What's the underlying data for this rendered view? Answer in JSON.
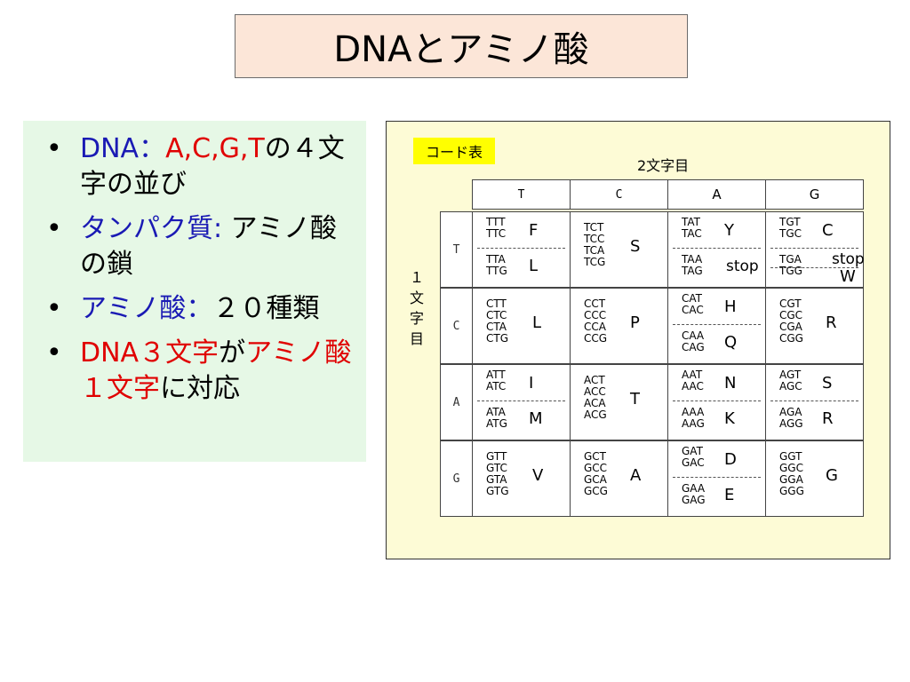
{
  "title": "DNAとアミノ酸",
  "bullets": [
    {
      "parts": [
        {
          "text": "DNA",
          "color": "blue"
        },
        {
          "text": "：",
          "color": "blue"
        },
        {
          "text": "A,C,G,T",
          "color": "red"
        },
        {
          "text": "の４文字の並び",
          "color": "black"
        }
      ]
    },
    {
      "parts": [
        {
          "text": "タンパク質",
          "color": "blue"
        },
        {
          "text": ": ",
          "color": "blue"
        },
        {
          "text": "アミノ酸の鎖",
          "color": "black"
        }
      ]
    },
    {
      "parts": [
        {
          "text": "アミノ酸",
          "color": "blue"
        },
        {
          "text": "：",
          "color": "blue"
        },
        {
          "text": "２０種類",
          "color": "black"
        }
      ]
    },
    {
      "parts": [
        {
          "text": "DNA３文字",
          "color": "red"
        },
        {
          "text": "が",
          "color": "black"
        },
        {
          "text": "アミノ酸１文字",
          "color": "red"
        },
        {
          "text": "に対応",
          "color": "black"
        }
      ]
    }
  ],
  "code_table": {
    "tag": "コード表",
    "second_letter_label": "2文字目",
    "first_letter_label": [
      "１",
      "文",
      "字",
      "目"
    ],
    "col_headers": [
      "T",
      "C",
      "A",
      "G"
    ],
    "row_headers": [
      "T",
      "C",
      "A",
      "G"
    ],
    "cells": {
      "T": {
        "T": {
          "codons": [
            "TTT",
            "TTC",
            "TTA",
            "TTG"
          ],
          "aa": [
            "F",
            "L"
          ]
        },
        "C": {
          "codons": [
            "TCT",
            "TCC",
            "TCA",
            "TCG"
          ],
          "aa": [
            "S"
          ]
        },
        "A": {
          "codons": [
            "TAT",
            "TAC",
            "TAA",
            "TAG"
          ],
          "aa": [
            "Y",
            "stop"
          ]
        },
        "G": {
          "codons": [
            "TGT",
            "TGC",
            "TGA",
            "TGG"
          ],
          "aa": [
            "C",
            "stop",
            "W"
          ]
        }
      },
      "C": {
        "T": {
          "codons": [
            "CTT",
            "CTC",
            "CTA",
            "CTG"
          ],
          "aa": [
            "L"
          ]
        },
        "C": {
          "codons": [
            "CCT",
            "CCC",
            "CCA",
            "CCG"
          ],
          "aa": [
            "P"
          ]
        },
        "A": {
          "codons": [
            "CAT",
            "CAC",
            "CAA",
            "CAG"
          ],
          "aa": [
            "H",
            "Q"
          ]
        },
        "G": {
          "codons": [
            "CGT",
            "CGC",
            "CGA",
            "CGG"
          ],
          "aa": [
            "R"
          ]
        }
      },
      "A": {
        "T": {
          "codons": [
            "ATT",
            "ATC",
            "ATA",
            "ATG"
          ],
          "aa": [
            "I",
            "M"
          ]
        },
        "C": {
          "codons": [
            "ACT",
            "ACC",
            "ACA",
            "ACG"
          ],
          "aa": [
            "T"
          ]
        },
        "A": {
          "codons": [
            "AAT",
            "AAC",
            "AAA",
            "AAG"
          ],
          "aa": [
            "N",
            "K"
          ]
        },
        "G": {
          "codons": [
            "AGT",
            "AGC",
            "AGA",
            "AGG"
          ],
          "aa": [
            "S",
            "R"
          ]
        }
      },
      "G": {
        "T": {
          "codons": [
            "GTT",
            "GTC",
            "GTA",
            "GTG"
          ],
          "aa": [
            "V"
          ]
        },
        "C": {
          "codons": [
            "GCT",
            "GCC",
            "GCA",
            "GCG"
          ],
          "aa": [
            "A"
          ]
        },
        "A": {
          "codons": [
            "GAT",
            "GAC",
            "GAA",
            "GAG"
          ],
          "aa": [
            "D",
            "E"
          ]
        },
        "G": {
          "codons": [
            "GGT",
            "GGC",
            "GGA",
            "GGG"
          ],
          "aa": [
            "G"
          ]
        }
      }
    }
  },
  "colors": {
    "title_bg": "#fce6d8",
    "panel_bg": "#e6f8e6",
    "table_bg": "#fdfbd6",
    "tag_bg": "#ffff00",
    "blue": "#1a1ab4",
    "red": "#e00000"
  }
}
